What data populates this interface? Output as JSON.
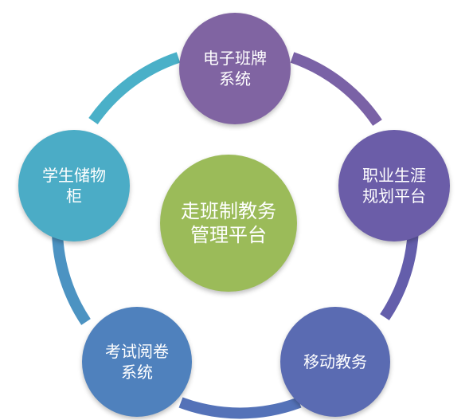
{
  "center": {
    "label": "走班制教务\n管理平台",
    "color": "#9bbb59"
  },
  "nodes": [
    {
      "id": "top",
      "label": "电子班牌\n系统",
      "color": "#8064a2"
    },
    {
      "id": "right",
      "label": "职业生涯\n规划平台",
      "color": "#6b5da8"
    },
    {
      "id": "br",
      "label": "移动教务",
      "color": "#5a6bb2"
    },
    {
      "id": "bl",
      "label": "考试阅卷\n系统",
      "color": "#4f81bd"
    },
    {
      "id": "left",
      "label": "学生储物\n柜",
      "color": "#4bacc6"
    }
  ]
}
